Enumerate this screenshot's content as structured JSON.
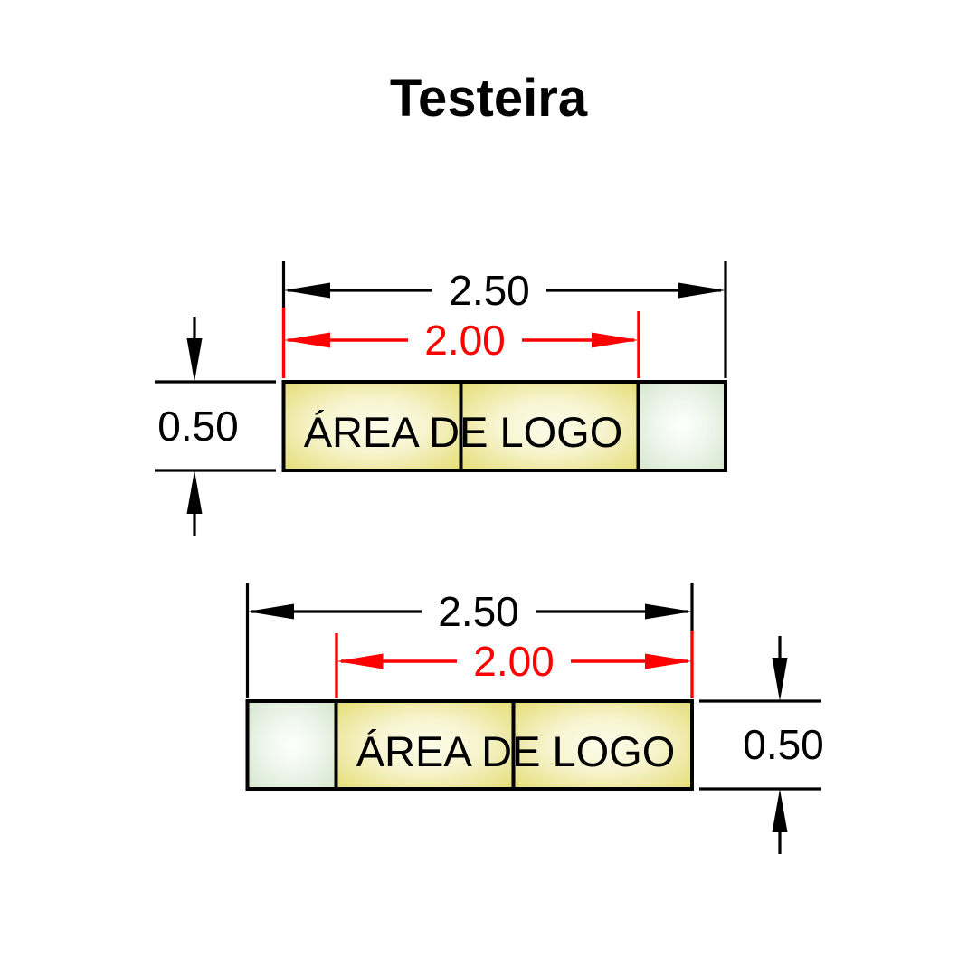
{
  "title": "Testeira",
  "colors": {
    "dimension_black": "#000000",
    "dimension_red": "#ff0000",
    "logo_area_fill_center": "#fbfbe8",
    "logo_area_fill_edge": "#e6de79",
    "blank_area_fill_center": "#ffffff",
    "blank_area_fill_edge": "#d6e7cf",
    "outline": "#000000",
    "background": "#ffffff"
  },
  "views": [
    {
      "id": "upper-view",
      "name": "testeira-view-logo-left",
      "overall_width": "2.50",
      "logo_width": "2.00",
      "height": "0.50",
      "height_label_side": "left",
      "segments": [
        {
          "type": "logo",
          "fill": "yellow"
        },
        {
          "type": "logo",
          "fill": "yellow"
        },
        {
          "type": "blank",
          "fill": "green"
        }
      ],
      "logo_label": "ÁREA DE LOGO"
    },
    {
      "id": "lower-view",
      "name": "testeira-view-logo-right",
      "overall_width": "2.50",
      "logo_width": "2.00",
      "height": "0.50",
      "height_label_side": "right",
      "segments": [
        {
          "type": "blank",
          "fill": "green"
        },
        {
          "type": "logo",
          "fill": "yellow"
        },
        {
          "type": "logo",
          "fill": "yellow"
        }
      ],
      "logo_label": "ÁREA DE LOGO"
    }
  ]
}
